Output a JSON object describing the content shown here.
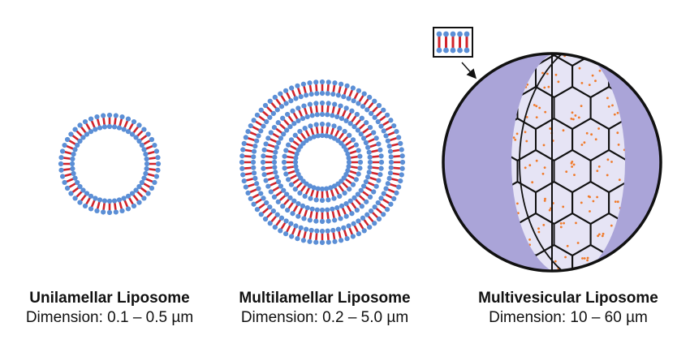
{
  "liposomes": [
    {
      "name": "Unilamellar Liposome",
      "dimension": "Dimension: 0.1 – 0.5 µm"
    },
    {
      "name": "Multilamellar Liposome",
      "dimension": "Dimension: 0.2 – 5.0 µm"
    },
    {
      "name": "Multivesicular Liposome",
      "dimension": "Dimension: 10 – 60 µm"
    }
  ],
  "colors": {
    "lipid_head": "#5b8fd6",
    "lipid_tail": "#d2232a",
    "vesicle_fill": "#aaa4d8",
    "vesicle_light": "#e6e4f5",
    "aqueous_dot": "#f07a2a",
    "outline": "#111111"
  }
}
